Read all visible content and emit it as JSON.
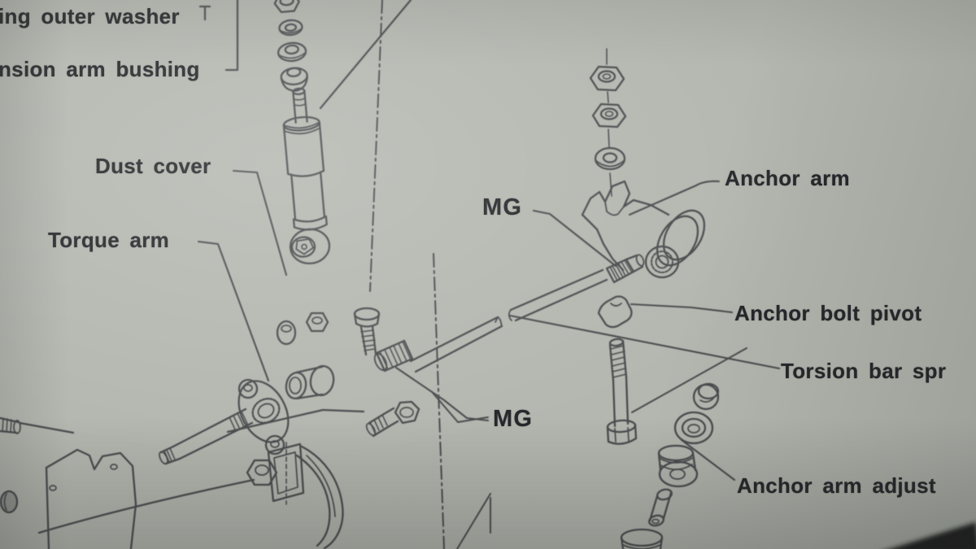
{
  "photo": {
    "paper_color": "#b3b7af",
    "ink_color": "#3b3d41",
    "label_color": "#26262a",
    "corner_shadow_color": "#171917"
  },
  "diagram": {
    "type": "exploded-parts-diagram",
    "labels": [
      {
        "id": "outer-washer",
        "text": "ing outer washer"
      },
      {
        "id": "arm-bushing",
        "text": "nsion arm bushing"
      },
      {
        "id": "dust-cover",
        "text": "Dust cover"
      },
      {
        "id": "torque-arm",
        "text": "Torque arm"
      },
      {
        "id": "mg-upper",
        "text": "MG"
      },
      {
        "id": "anchor-arm",
        "text": "Anchor arm"
      },
      {
        "id": "anchor-bolt-pivot",
        "text": "Anchor bolt pivot"
      },
      {
        "id": "torsion-bar-spring",
        "text": "Torsion bar spr"
      },
      {
        "id": "mg-lower",
        "text": "MG"
      },
      {
        "id": "anchor-arm-adjusting",
        "text": "Anchor arm adjust"
      }
    ]
  }
}
